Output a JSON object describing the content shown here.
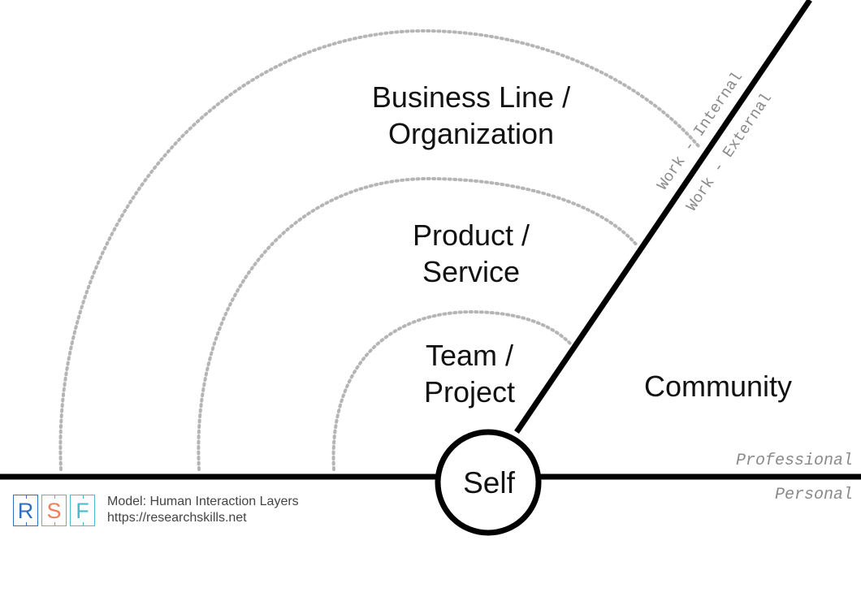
{
  "rings": [
    {
      "line1": "Team /",
      "line2": "Project"
    },
    {
      "line1": "Product /",
      "line2": "Service"
    },
    {
      "line1": "Business Line /",
      "line2": "Organization"
    }
  ],
  "center": {
    "label": "Self"
  },
  "community": {
    "label": "Community"
  },
  "axis_labels": {
    "professional": "Professional",
    "personal": "Personal",
    "work_internal": "Work - Internal",
    "work_external": "Work - External"
  },
  "logo": {
    "letters": [
      "R",
      "S",
      "F"
    ],
    "colors": [
      "#2f6fc0",
      "#ef7f5a",
      "#4bbac8"
    ]
  },
  "caption": {
    "model": "Model: Human Interaction Layers",
    "url": "https://researchskills.net"
  },
  "colors": {
    "line": "#000000",
    "dotted": "#b5b5b5",
    "text": "#111111",
    "muted": "#8a8a8a"
  }
}
